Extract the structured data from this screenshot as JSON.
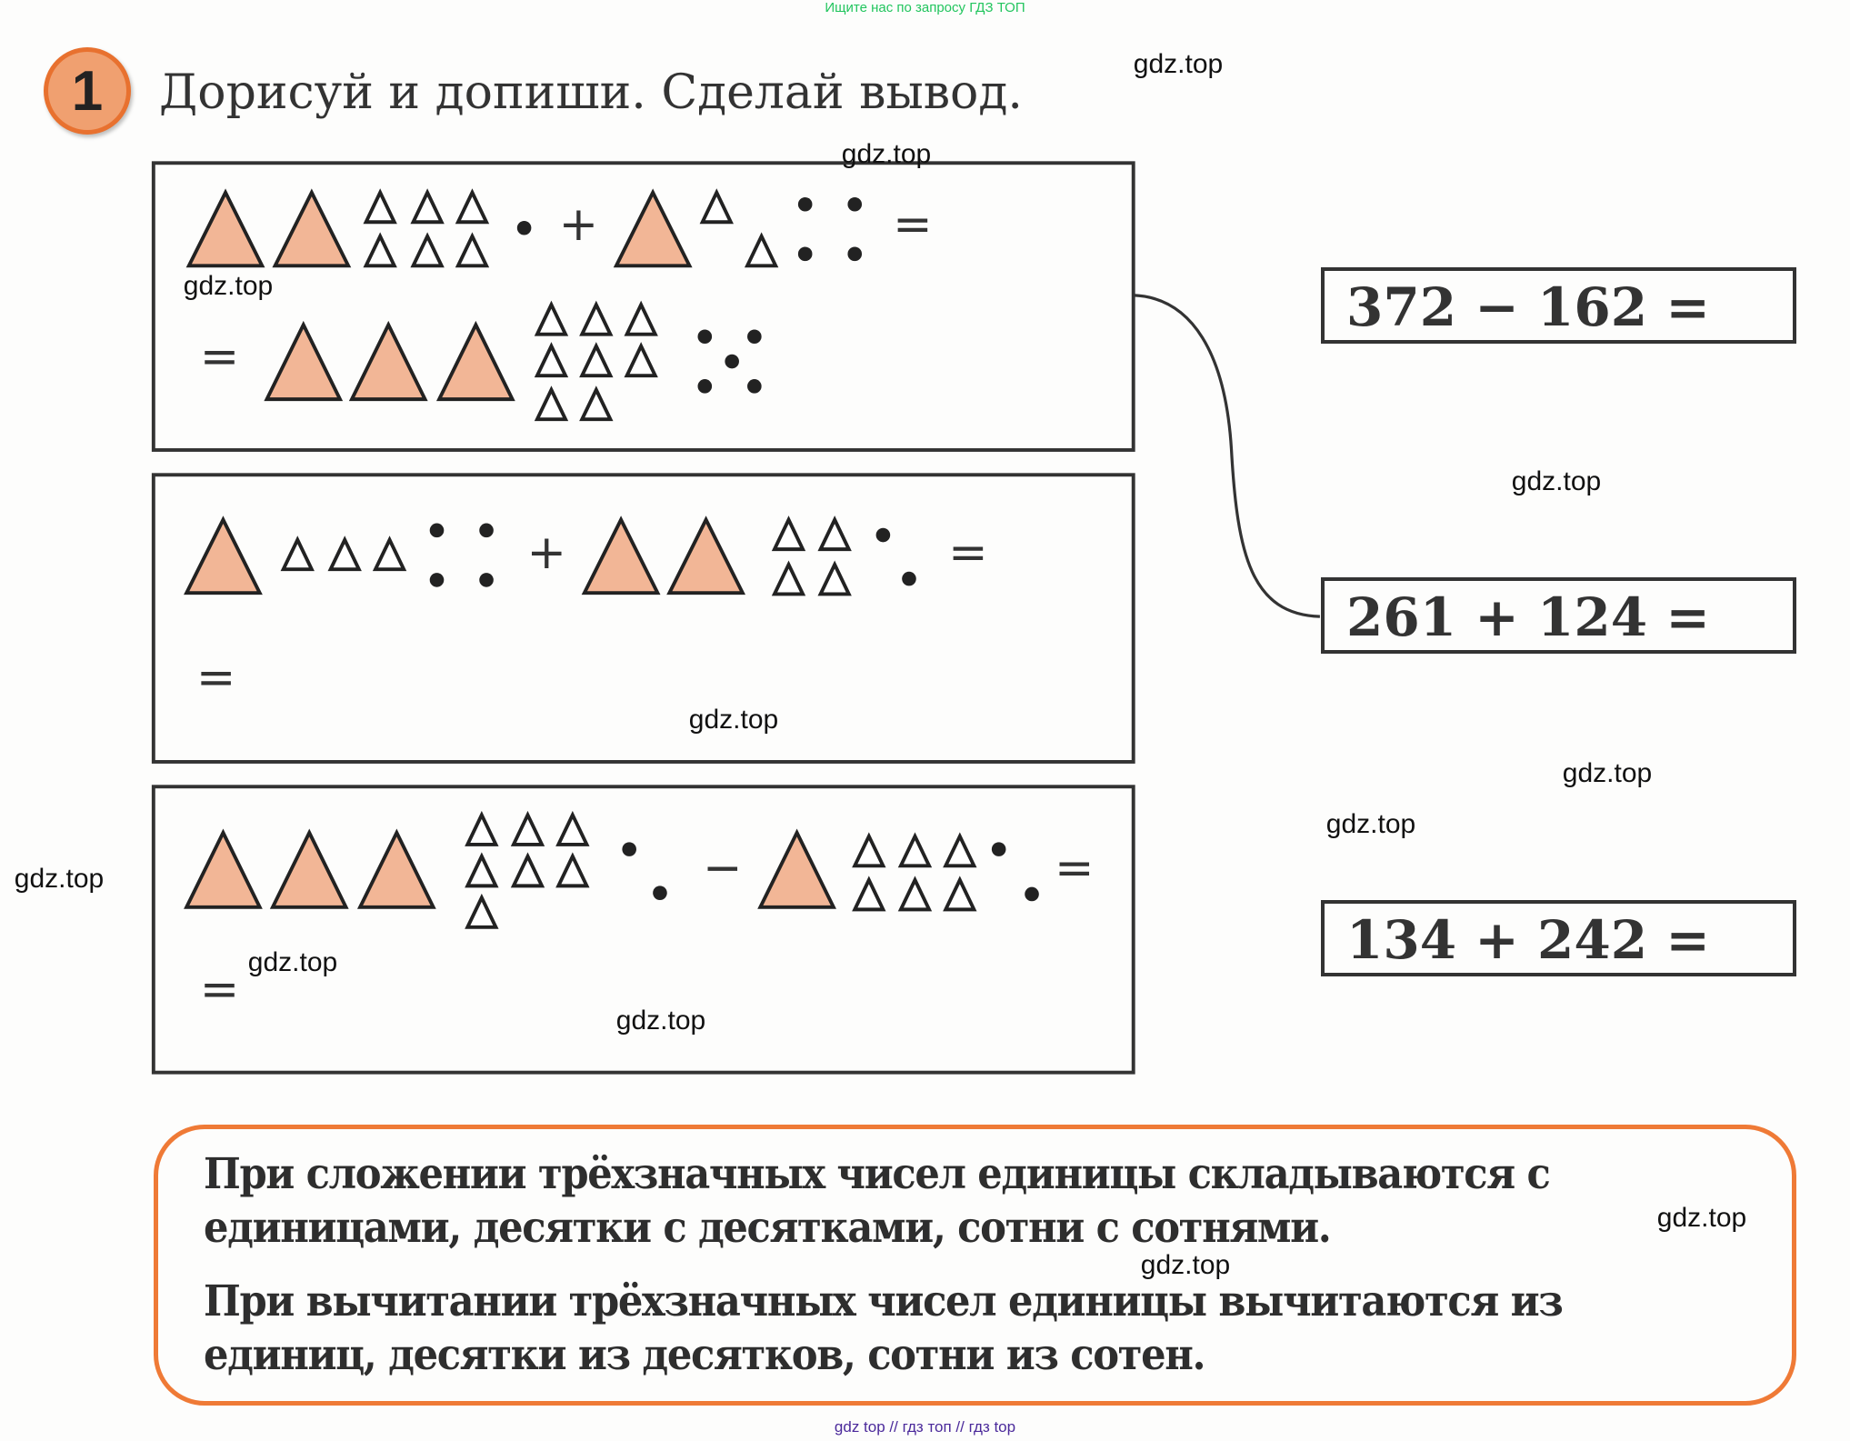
{
  "top_note": "Ищите нас по запросу ГДЗ ТОП",
  "task": {
    "number": "1",
    "title": "Дорисуй и допиши. Сделай вывод."
  },
  "symbols": {
    "plus": "+",
    "minus": "−",
    "equals": "="
  },
  "expressions": [
    {
      "text": "372 − 162 ="
    },
    {
      "text": "261 + 124 ="
    },
    {
      "text": "134 + 242 ="
    }
  ],
  "rule": {
    "lines": [
      "При сложении трёхзначных чисел единицы складываются с",
      "единицами, десятки с десятками, сотни с сотнями.",
      "При вычитании трёхзначных чисел единицы вычитаются из",
      "единиц, десятки из десятков, сотни из сотен."
    ]
  },
  "watermark": "gdz.top",
  "footer": "gdz top  //  гдз топ  //  гдз top",
  "colors": {
    "triangle_fill": "#f2b696",
    "orange": "#ef7a36",
    "ink": "#2b2b2b"
  }
}
